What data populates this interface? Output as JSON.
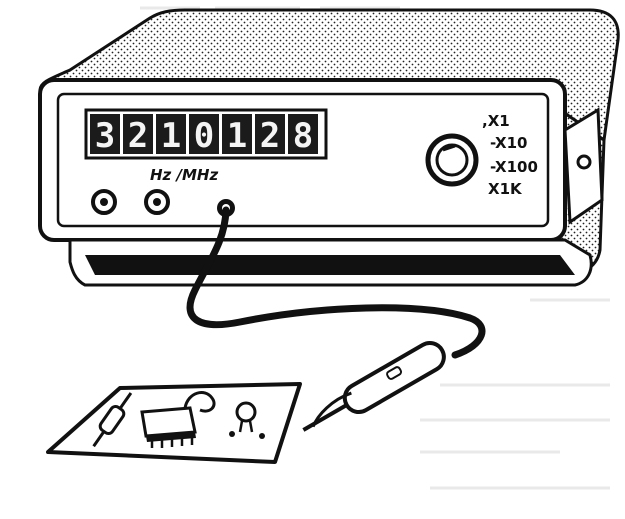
{
  "display": {
    "digits": [
      "3",
      "2",
      "1",
      "0",
      "1",
      "2",
      "8"
    ],
    "unit_label": "Hz /MHz"
  },
  "range_selector": {
    "options": [
      ",X1",
      "-X10",
      "-X100",
      "X1K"
    ]
  },
  "colors": {
    "ink": "#111111",
    "paper": "#ffffff",
    "display_glass": "#1b1b1b",
    "segment": "#f4f4f4"
  },
  "icons": {
    "range_knob": "rotary-knob-icon",
    "input_jack": "bnc-jack-icon",
    "probe": "test-probe-icon",
    "circuit_board": "circuit-board-icon"
  }
}
